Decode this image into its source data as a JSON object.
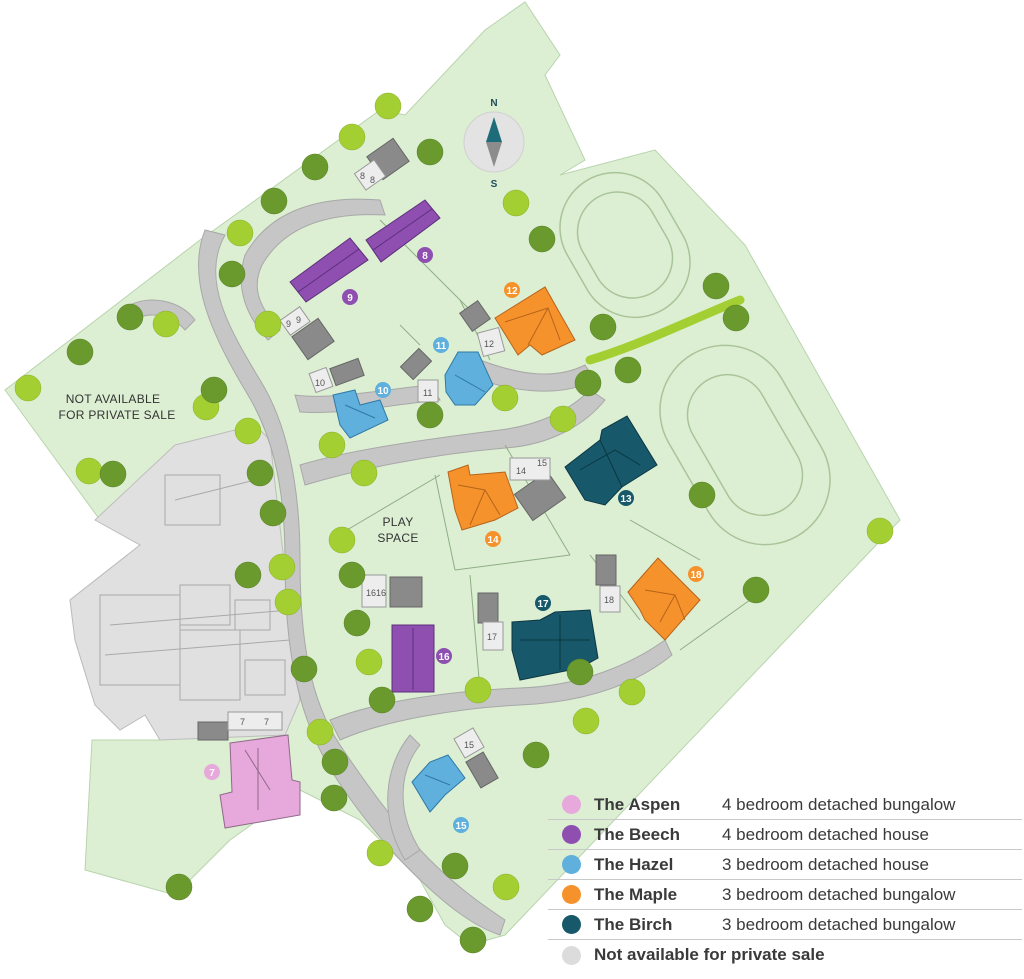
{
  "map": {
    "north_label": "N",
    "south_label": "S",
    "not_available_line1": "NOT AVAILABLE",
    "not_available_line2": "FOR PRIVATE SALE",
    "play_space_line1": "PLAY",
    "play_space_line2": "SPACE",
    "colors": {
      "aspen": "#e7a8dc",
      "beech": "#8e4fb1",
      "hazel": "#5fb0dc",
      "maple": "#f6922c",
      "birch": "#17596a",
      "not_available": "#dcdcdc",
      "grass": "#dcefd3",
      "tree": "#a4cf32",
      "tree_dark": "#6a9a2e",
      "road": "#c6c6c6",
      "garage": "#8a8a8a"
    },
    "plots": [
      {
        "num": "7",
        "type": "aspen"
      },
      {
        "num": "8",
        "type": "beech"
      },
      {
        "num": "9",
        "type": "beech"
      },
      {
        "num": "10",
        "type": "hazel"
      },
      {
        "num": "11",
        "type": "hazel"
      },
      {
        "num": "12",
        "type": "maple"
      },
      {
        "num": "13",
        "type": "birch"
      },
      {
        "num": "14",
        "type": "maple"
      },
      {
        "num": "15",
        "type": "hazel"
      },
      {
        "num": "16",
        "type": "beech"
      },
      {
        "num": "17",
        "type": "birch"
      },
      {
        "num": "18",
        "type": "maple"
      }
    ],
    "garage_labels": [
      "8",
      "8",
      "9",
      "9",
      "10",
      "11",
      "12",
      "14",
      "15",
      "16",
      "16",
      "17",
      "18",
      "15",
      "7",
      "7"
    ]
  },
  "legend": [
    {
      "name": "The Aspen",
      "description": "4 bedroom detached bungalow",
      "color": "#e7a8dc"
    },
    {
      "name": "The Beech",
      "description": "4 bedroom detached house",
      "color": "#8e4fb1"
    },
    {
      "name": "The Hazel",
      "description": "3 bedroom detached house",
      "color": "#5fb0dc"
    },
    {
      "name": "The Maple",
      "description": "3 bedroom detached bungalow",
      "color": "#f6922c"
    },
    {
      "name": "The Birch",
      "description": "3 bedroom detached bungalow",
      "color": "#17596a"
    },
    {
      "name": "Not available for private sale",
      "description": "",
      "color": "#dcdcdc"
    }
  ]
}
